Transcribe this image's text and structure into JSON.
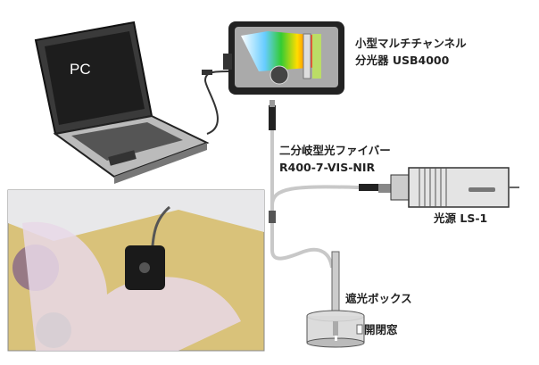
{
  "pc": {
    "label": "PC"
  },
  "spectrometer": {
    "line1": "小型マルチチャンネル",
    "line2": "分光器 USB4000"
  },
  "fiber": {
    "line1": "二分岐型光ファイバー",
    "line2": "R400-7-VIS-NIR"
  },
  "light_source": {
    "label": "光源 LS-1"
  },
  "dark_box": {
    "label": "遮光ボックス",
    "window_label": "開閉窓"
  },
  "colors": {
    "fiber": "#c8c8c8",
    "connector": "#222222",
    "photo_bg": "#d9c27a"
  }
}
